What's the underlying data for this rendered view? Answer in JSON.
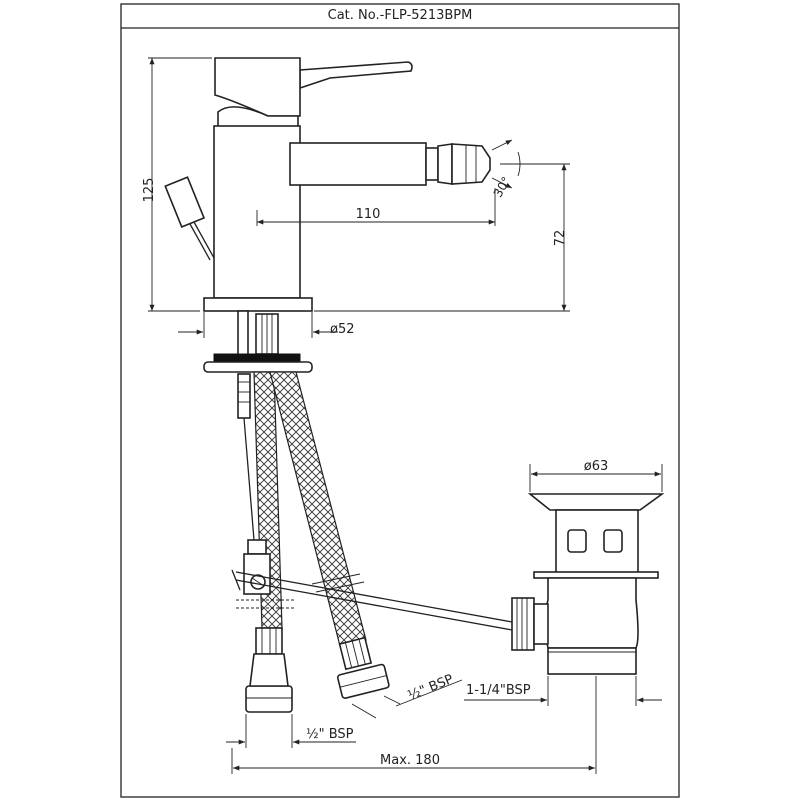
{
  "title": "Cat. No.-FLP-5213BPM",
  "dimensions": {
    "height_total": "125",
    "spout_reach": "110",
    "spout_height": "72",
    "base_diameter": "ø52",
    "angle": "30°",
    "waste_diameter": "ø63",
    "waste_thread": "1-1/4\"BSP",
    "inlet_thread_upper": "½\" BSP",
    "inlet_thread_lower": "½\" BSP",
    "max_reach": "Max. 180"
  },
  "colors": {
    "line": "#222222",
    "paper": "#ffffff",
    "dark": "#111111"
  }
}
